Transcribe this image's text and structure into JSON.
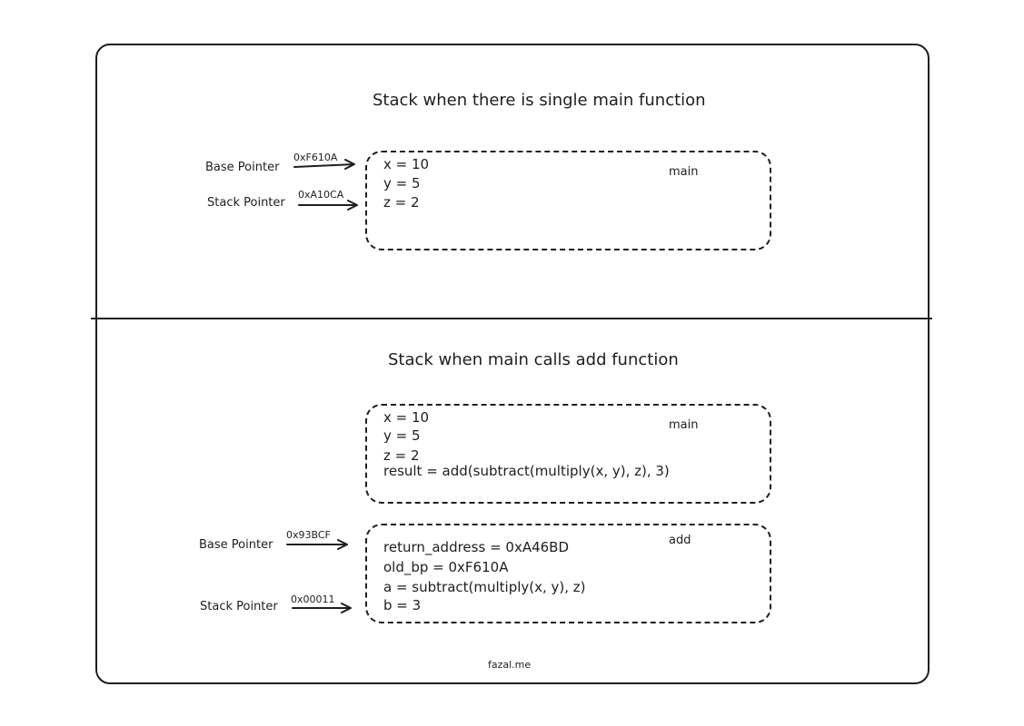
{
  "top_section": {
    "title": "Stack when there is single main function",
    "frame_label": "main",
    "lines": [
      "x = 10",
      "y = 5",
      "z = 2"
    ],
    "base_pointer": {
      "label": "Base Pointer",
      "address": "0xF610A"
    },
    "stack_pointer": {
      "label": "Stack Pointer",
      "address": "0xA10CA"
    }
  },
  "bottom_section": {
    "title": "Stack when main calls add function",
    "main_frame": {
      "label": "main",
      "lines": [
        "x = 10",
        "y = 5",
        "z = 2",
        "result = add(subtract(multiply(x, y), z), 3)"
      ]
    },
    "add_frame": {
      "label": "add",
      "lines": [
        "return_address = 0xA46BD",
        "old_bp = 0xF610A",
        "a = subtract(multiply(x, y), z)",
        "b = 3"
      ]
    },
    "base_pointer": {
      "label": "Base Pointer",
      "address": "0x93BCF"
    },
    "stack_pointer": {
      "label": "Stack Pointer",
      "address": "0x00011"
    }
  },
  "footer": "fazal.me"
}
